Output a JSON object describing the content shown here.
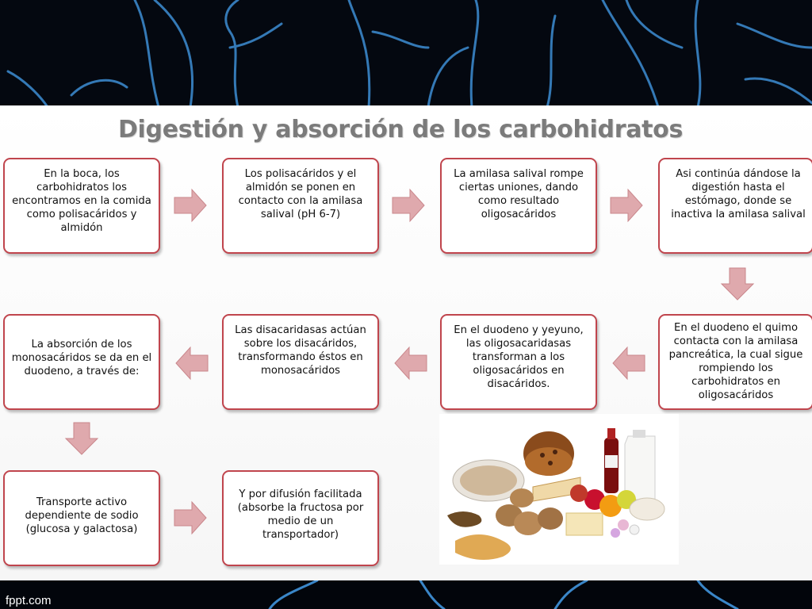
{
  "title": "Digestión y absorción de los carbohidratos",
  "boxes": [
    "En la boca, los carbohidratos los encontramos en la comida como polisacáridos y almidón",
    "Los polisacáridos y el almidón se ponen en contacto con la amilasa salival (pH 6-7)",
    "La amilasa salival rompe ciertas uniones, dando como resultado oligosacáridos",
    "Asi continúa dándose la digestión hasta el estómago, donde se inactiva la amilasa salival",
    "En el duodeno el quimo contacta con la amilasa pancreática, la cual sigue rompiendo los carbohidratos en oligosacáridos",
    "En el duodeno y yeyuno, las oligosacaridasas transforman a los oligosacáridos en disacáridos.",
    "Las disacaridasas actúan sobre los disacáridos, transformando éstos en monosacáridos",
    "La absorción de los monosacáridos se da en el duodeno, a través de:",
    "Transporte activo dependiente de sodio (glucosa y galactosa)",
    "Y por difusión facilitada (absorbe la fructosa por medio de un transportador)"
  ],
  "footer": "fppt.com",
  "colors": {
    "border": "#c0454d",
    "arrow_fill": "#dfa9ad",
    "title": "#7b7b7b"
  },
  "image": "food-photo"
}
